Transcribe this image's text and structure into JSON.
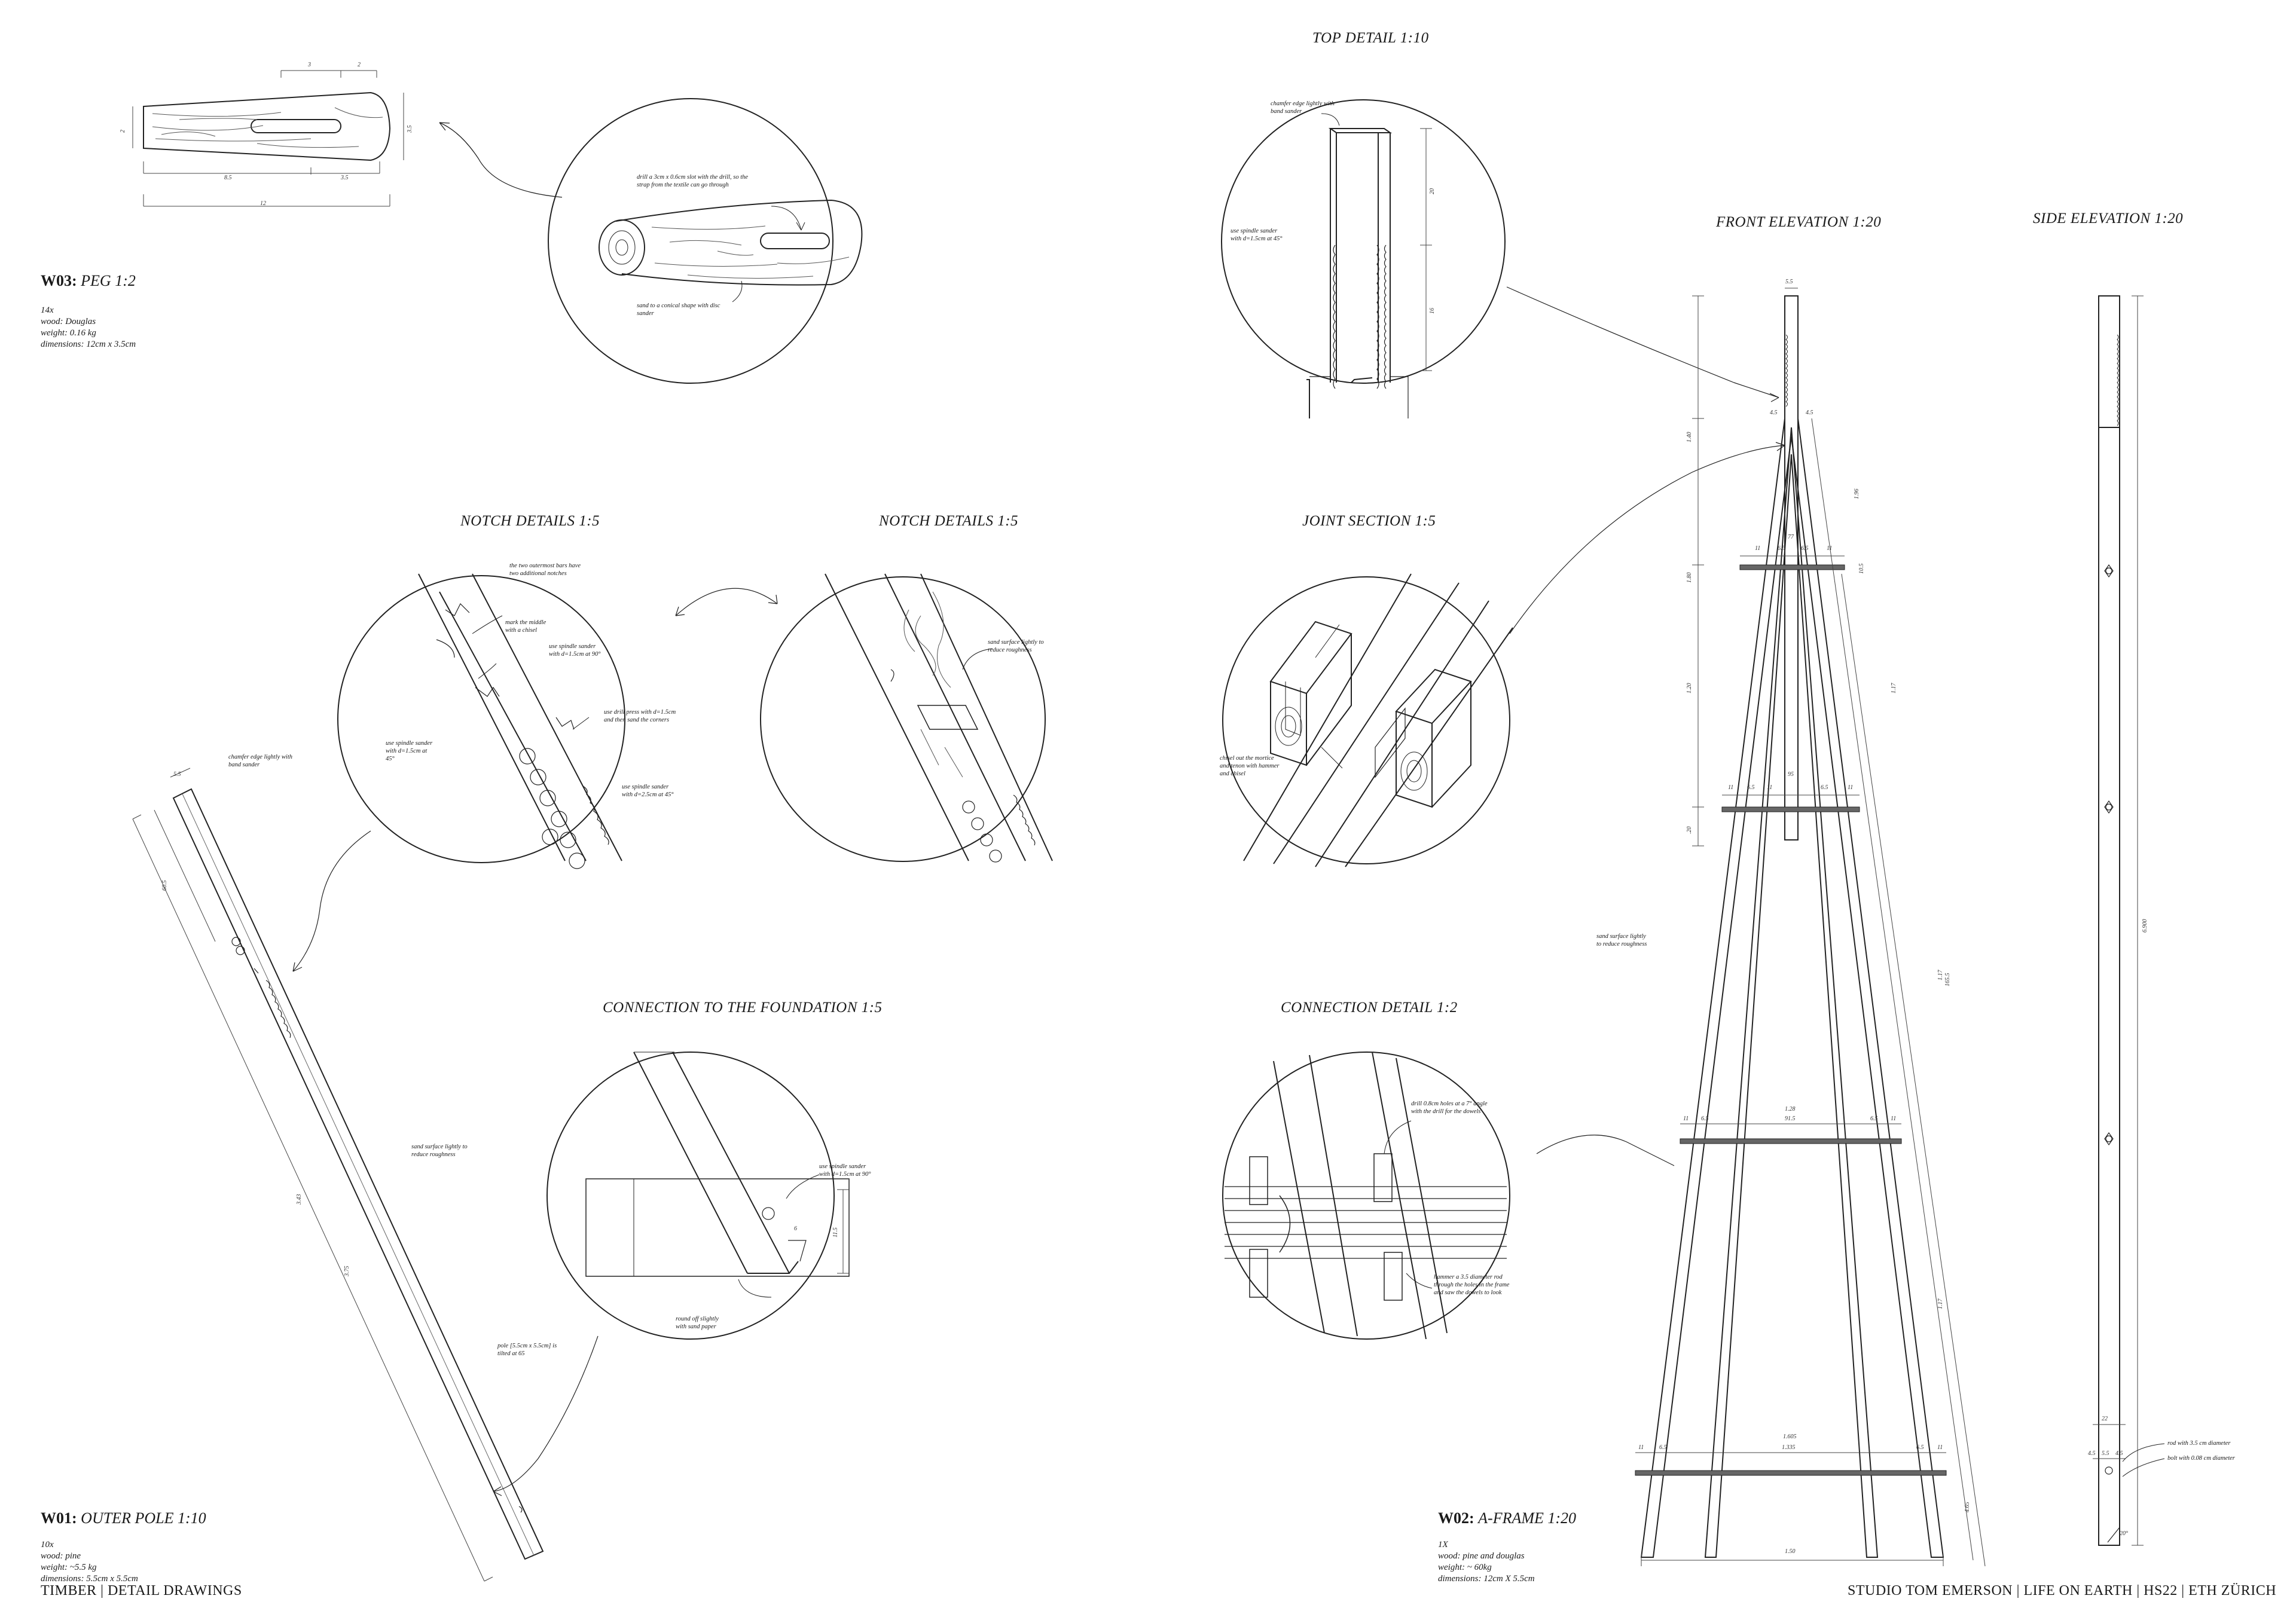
{
  "titles": {
    "top_detail": "TOP DETAIL 1:10",
    "front_elevation": "FRONT ELEVATION 1:20",
    "side_elevation": "SIDE ELEVATION 1:20",
    "notch_details_a": "NOTCH DETAILS 1:5",
    "notch_details_b": "NOTCH DETAILS 1:5",
    "joint_section": "JOINT SECTION 1:5",
    "connection_foundation": "CONNECTION TO THE FOUNDATION 1:5",
    "connection_detail": "CONNECTION DETAIL 1:2"
  },
  "parts": {
    "w03": {
      "code": "W03:",
      "name": "PEG 1:2",
      "lines": [
        "14x",
        "wood: Douglas",
        "weight: 0.16 kg",
        "dimensions: 12cm x 3.5cm"
      ]
    },
    "w01": {
      "code": "W01:",
      "name": "OUTER POLE 1:10",
      "lines": [
        "10x",
        "wood: pine",
        "weight: ~5.5 kg",
        "dimensions: 5.5cm x  5.5cm"
      ]
    },
    "w02": {
      "code": "W02:",
      "name": "A-FRAME 1:20",
      "lines": [
        "1X",
        "wood: pine and douglas",
        "weight: ~ 60kg",
        "dimensions: 12cm X 5.5cm"
      ]
    }
  },
  "notes": {
    "peg_drill": "drill a 3cm x 0.6cm slot with the drill, so the\nstrap from the textile can go through",
    "peg_sand": "sand to a conical shape with disc\nsander",
    "top_chamfer": "chamfer edge lightly with\nband sander",
    "top_spindle": "use spindle sander\nwith d=1.5cm at 45°",
    "notch_extra": "the two outermost bars have\ntwo additional notches",
    "notch_mark": "mark the middle\nwith a chisel",
    "notch_spindle90": "use spindle sander\nwith d=1.5cm at 90°",
    "notch_drill": "use drill press with d=1.5cm\nand then sand the corners",
    "notch_spindle45a": "use spindle sander\nwith d=1.5cm at\n45°",
    "notch_spindle45b": "use spindle sander\nwith d=2.5cm at 45°",
    "notch_sand": "sand surface lightly to\nreduce roughness",
    "joint_chisel": "chisel out the mortice\nand tenon with hammer\nand chisel",
    "pole_chamfer": "chamfer edge lightly with\nband sander",
    "pole_sand": "sand surface lightly to\nreduce roughness",
    "pole_tilted": "pole [5.5cm x 5.5cm] is\ntilted at 65",
    "found_spindle": "use spindle sander\nwith d=1.5cm at 90°",
    "found_round": "round off slightly\nwith sand paper",
    "conn_drill": "drill 0.8cm holes at a 7° angle\nwith the drill for the dowels",
    "conn_hammer": "hammer a 3.5 diameter rod\nthrough the holes in the frame\nand saw the dowels to look",
    "frame_sand": "sand surface lightly\nto reduce roughness",
    "rod_35": "rod with 3.5 cm diameter",
    "bolt_008": "bolt with 0.08 cm diameter"
  },
  "dims": {
    "peg_a": "3",
    "peg_b": "2",
    "peg_h": "2",
    "peg_h2": "3.5",
    "peg_l1": "8.5",
    "peg_l2": "3.5",
    "peg_total": "12",
    "top_20": "20",
    "top_16": "16",
    "front_top": "5.5",
    "front_45a": "4.5",
    "front_45b": "4.5",
    "front_v1": "1.40",
    "front_v2": "1.80",
    "front_v3": "1.20",
    "front_v4": ".20",
    "bar1_total": "77",
    "bar1_a": "11",
    "bar1_b": "6.5",
    "bar1_c": "6.5",
    "bar1_d": "11",
    "bar2_total": "95",
    "bar2_a": "11",
    "bar2_b": "6.5",
    "bar2_c": "11",
    "bar2_d": "6.5",
    "bar2_e": "11",
    "bar3_total": "1.28",
    "bar3_a": "11",
    "bar3_b": "6.5",
    "bar3_mid": "91.5",
    "bar3_c": "6.5",
    "bar3_d": "11",
    "bar4_total": "1.605",
    "bar4_a": "11",
    "bar4_b": "6.5",
    "bar4_mid": "1.335",
    "bar4_c": "6.5",
    "bar4_d": "11",
    "base_width": "1.50",
    "diag_a": "1.96",
    "diag_b": "1.17",
    "diag_c": "1.17",
    "diag_d": "1.17",
    "diag_e": "165.5",
    "diag_f": "10.5",
    "diag_g": "4.65",
    "side_total": "6.900",
    "side_tilt": "20°",
    "side_a": "4.5",
    "side_b": "5.5",
    "side_c": "4.5",
    "side_d": "22",
    "pole_55": "5.5",
    "pole_a": "60.5",
    "pole_b": "3.43",
    "pole_c": "3.75",
    "found_115": "11.5",
    "found_6": "6"
  },
  "footer": {
    "left": "TIMBER | DETAIL DRAWINGS",
    "right": "STUDIO TOM EMERSON | LIFE ON  EARTH | HS22 | ETH ZÜRICH"
  }
}
